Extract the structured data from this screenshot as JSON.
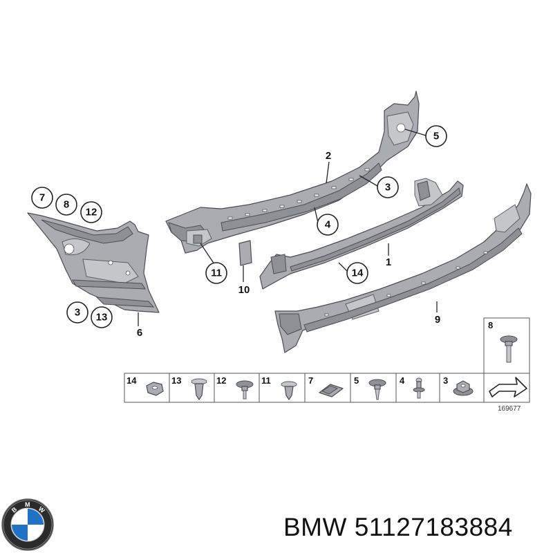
{
  "diagram": {
    "callouts": {
      "c1": "1",
      "c2": "2",
      "c3a": "3",
      "c3b": "3",
      "c4": "4",
      "c5": "5",
      "c6": "6",
      "c7": "7",
      "c8": "8",
      "c9": "9",
      "c10": "10",
      "c11": "11",
      "c12": "12",
      "c13": "13",
      "c14": "14"
    },
    "legend": {
      "items": [
        "14",
        "13",
        "12",
        "11",
        "7",
        "5",
        "4",
        "3"
      ],
      "item8": "8",
      "reference": "169677"
    }
  },
  "logo": {
    "name": "bmw-logo",
    "text": "BMW"
  },
  "caption": "BMW 51127183884"
}
